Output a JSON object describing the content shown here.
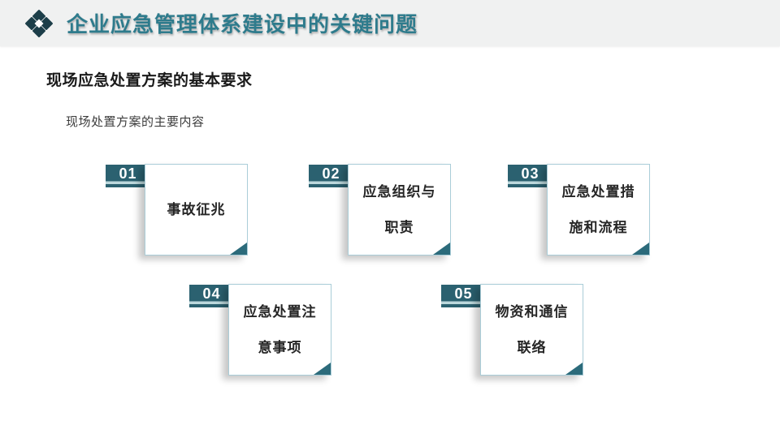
{
  "header": {
    "title": "企业应急管理体系建设中的关键问题"
  },
  "section": {
    "heading": "现场应急处置方案的基本要求",
    "subheading": "现场处置方案的主要内容"
  },
  "cards": [
    {
      "number": "01",
      "lines": [
        "事故征兆"
      ]
    },
    {
      "number": "02",
      "lines": [
        "应急组织与",
        "职责"
      ]
    },
    {
      "number": "03",
      "lines": [
        "应急处置措",
        "施和流程"
      ]
    },
    {
      "number": "04",
      "lines": [
        "应急处置注",
        "意事项"
      ]
    },
    {
      "number": "05",
      "lines": [
        "物资和通信",
        "联络"
      ]
    }
  ],
  "colors": {
    "header_bg": "#f0f1f1",
    "title_teal": "#2e7b8c",
    "tab_bg": "#2b6170",
    "tab_highlight": "#bcd8dc",
    "card_border": "#aacdd8",
    "fold_teal": "#2c6b7b",
    "card_text": "#262626",
    "logo_teal": "#1c3e49"
  }
}
